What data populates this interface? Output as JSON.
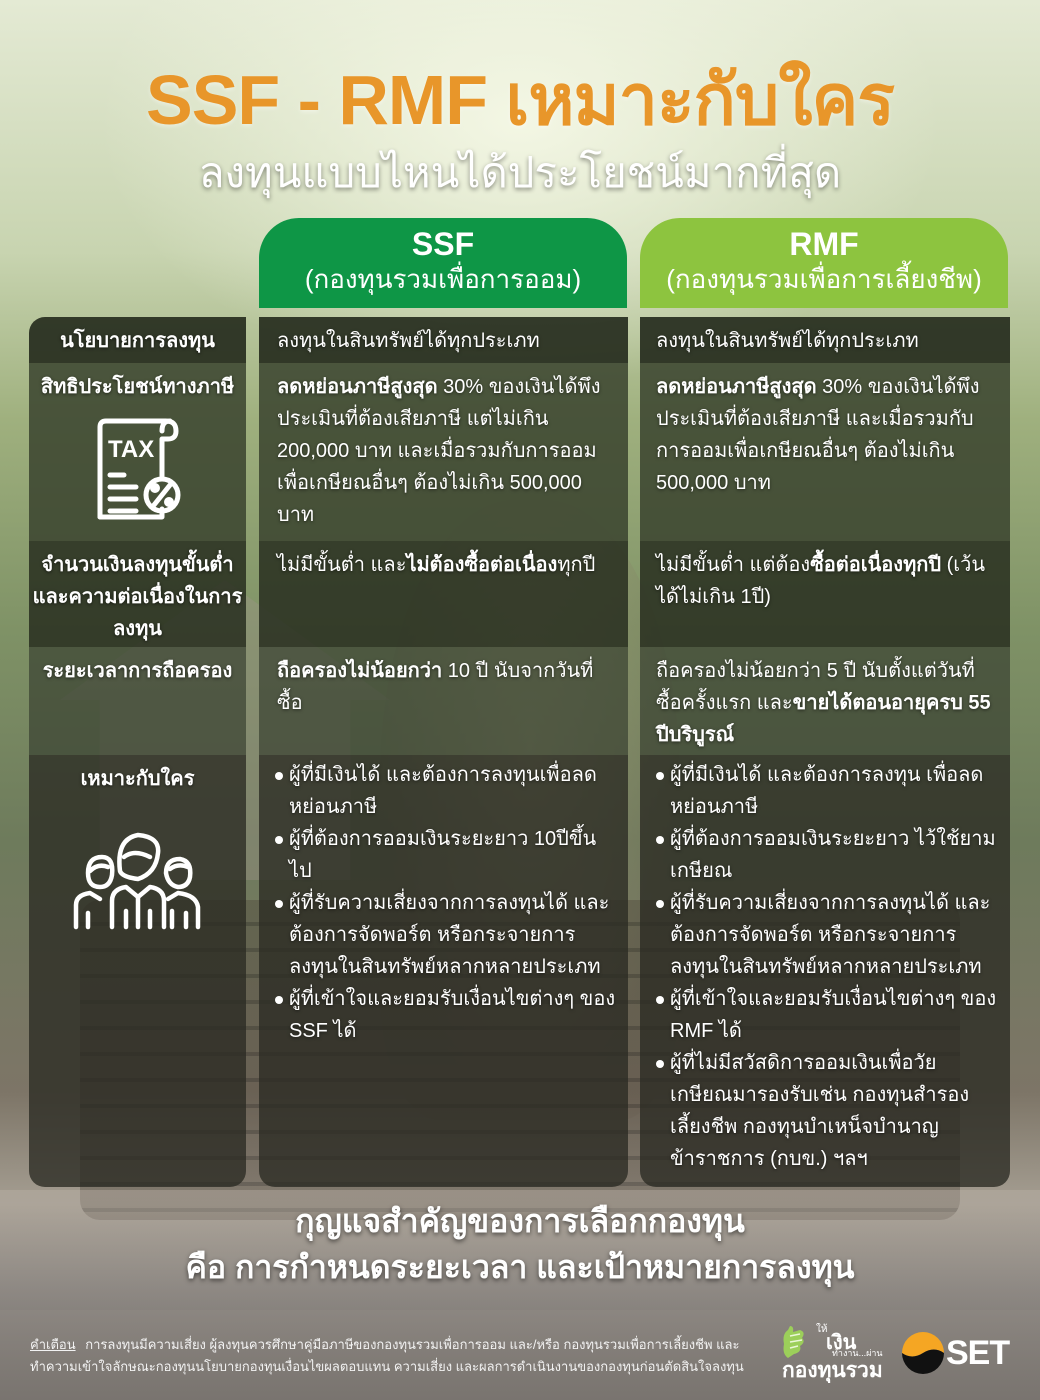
{
  "header": {
    "title": "SSF - RMF เหมาะกับใคร",
    "subtitle": "ลงทุนแบบไหนได้ประโยชน์มากที่สุด"
  },
  "columns": {
    "ssf": {
      "name": "SSF",
      "desc": "(กองทุนรวมเพื่อการออม)",
      "color": "#0e9646"
    },
    "rmf": {
      "name": "RMF",
      "desc": "(กองทุนรวมเพื่อการเลี้ยงชีพ)",
      "color": "#8dc43f"
    }
  },
  "rows": {
    "policy": {
      "label": "นโยบายการลงทุน",
      "ssf": "ลงทุนในสินทรัพย์ได้ทุกประเภท",
      "rmf": "ลงทุนในสินทรัพย์ได้ทุกประเภท"
    },
    "tax": {
      "label": "สิทธิประโยชน์ทางภาษี",
      "icon": "tax-document-icon",
      "ssf_bold": "ลดหย่อนภาษีสูงสุด",
      "ssf_text": " 30% ของเงินได้พึงประเมินที่ต้องเสียภาษี แต่ไม่เกิน 200,000 บาท และเมื่อรวมกับการออมเพื่อเกษียณอื่นๆ ต้องไม่เกิน 500,000 บาท",
      "rmf_bold": "ลดหย่อนภาษีสูงสุด",
      "rmf_text": " 30% ของเงินได้พึงประเมินที่ต้องเสียภาษี  และเมื่อรวมกับการออมเพื่อเกษียณอื่นๆ ต้องไม่เกิน 500,000 บาท"
    },
    "minimum": {
      "label": "จำนวนเงินลงทุนขั้นต่ำและความต่อเนื่องในการลงทุน",
      "ssf_pre": "ไม่มีขั้นต่ำ และ",
      "ssf_bold": "ไม่ต้องซื้อต่อเนื่อง",
      "ssf_post": "ทุกปี",
      "rmf_pre": "ไม่มีขั้นต่ำ แต่ต้อง",
      "rmf_bold": "ซื้อต่อเนื่องทุกปี",
      "rmf_post": " (เว้นได้ไม่เกิน 1ปี)"
    },
    "holding": {
      "label": "ระยะเวลาการถือครอง",
      "ssf_bold": "ถือครองไม่น้อยกว่า",
      "ssf_text": " 10 ปี นับจากวันที่ซื้อ",
      "rmf_pre": "ถือครองไม่น้อยกว่า 5 ปี  นับตั้งแต่วันที่ซื้อครั้งแรก และ",
      "rmf_bold": "ขายได้ตอนอายุครบ 55 ปีบริบูรณ์"
    },
    "suitable": {
      "label": "เหมาะกับใคร",
      "icon": "people-group-icon",
      "ssf": [
        "ผู้ที่มีเงินได้ และต้องการลงทุนเพื่อลดหย่อนภาษี",
        "ผู้ที่ต้องการออมเงินระยะยาว 10ปีขึ้นไป",
        "ผู้ที่รับความเสี่ยงจากการลงทุนได้  และต้องการจัดพอร์ต หรือกระจายการลงทุนในสินทรัพย์หลากหลายประเภท",
        "ผู้ที่เข้าใจและยอมรับเงื่อนไขต่างๆ ของ SSF ได้"
      ],
      "rmf": [
        "ผู้ที่มีเงินได้ และต้องการลงทุน เพื่อลดหย่อนภาษี",
        "ผู้ที่ต้องการออมเงินระยะยาว ไว้ใช้ยามเกษียณ",
        "ผู้ที่รับความเสี่ยงจากการลงทุนได้ และต้องการจัดพอร์ต  หรือกระจายการลงทุนในสินทรัพย์หลากหลายประเภท",
        "ผู้ที่เข้าใจและยอมรับเงื่อนไขต่างๆ ของ RMF ได้",
        "ผู้ที่ไม่มีสวัสดิการออมเงินเพื่อวัยเกษียณมารองรับเช่น กองทุนสำรองเลี้ยงชีพ กองทุนบำเหน็จบำนาญข้าราชการ (กบข.) ฯลฯ"
      ]
    }
  },
  "key_message": {
    "line1": "กุญแจสำคัญของการเลือกกองทุน",
    "line2": "คือ การกำหนดระยะเวลา และเป้าหมายการลงทุน"
  },
  "footer": {
    "warning_label": "คำเตือน",
    "warning_text": "การลงทุนมีความเสี่ยง ผู้ลงทุนควรศึกษาคู่มือภาษีของกองทุนรวมเพื่อการออม และ/หรือ กองทุนรวมเพื่อการเลี้ยงชีพ และทำความเข้าใจลักษณะกองทุนนโยบายกองทุนเงื่อนไขผลตอบแทน ความเสี่ยง และผลการดำเนินงานของกองทุนก่อนตัดสินใจลงทุน",
    "logo_fund": {
      "small": "ให้",
      "big": "เงิน",
      "mid": "ทำงาน...ผ่าน",
      "bottom": "กองทุนรวม"
    },
    "logo_set": {
      "text": "SET",
      "color_top": "#f5a623",
      "color_bottom": "#111111"
    }
  },
  "colors": {
    "title": "#e8962a",
    "ssf_green": "#0e9646",
    "rmf_green": "#8dc43f"
  }
}
